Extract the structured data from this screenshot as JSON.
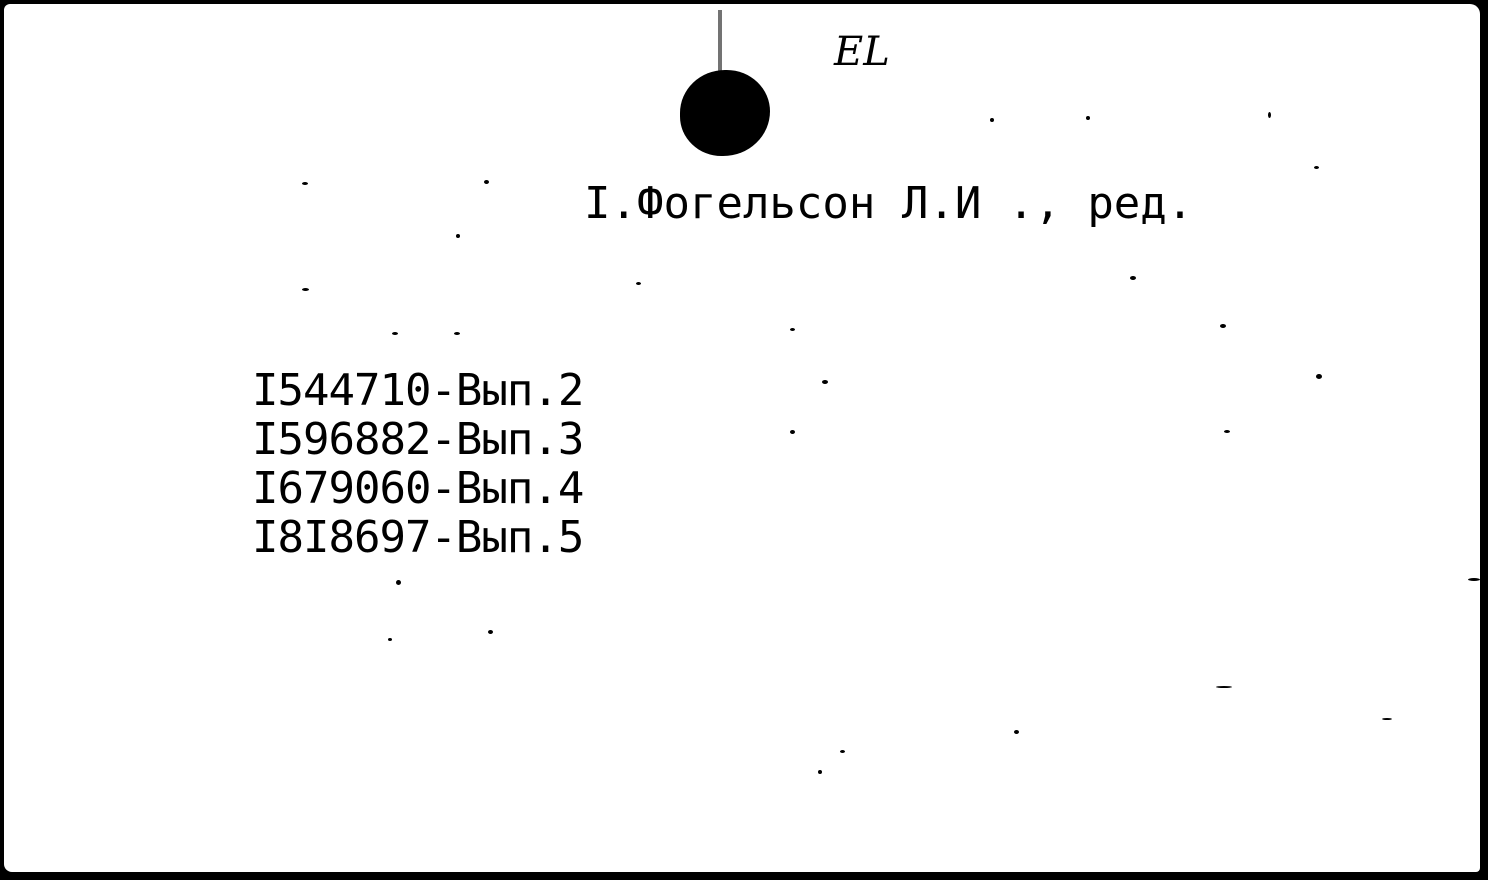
{
  "card": {
    "handwritten_mark": "EL",
    "heading": "I.Фогельсон Л.И ., ред.",
    "entries": [
      "I544710-Вып.2",
      "I596882-Вып.3",
      "I679060-Вып.4",
      "I8I8697-Вып.5"
    ]
  }
}
